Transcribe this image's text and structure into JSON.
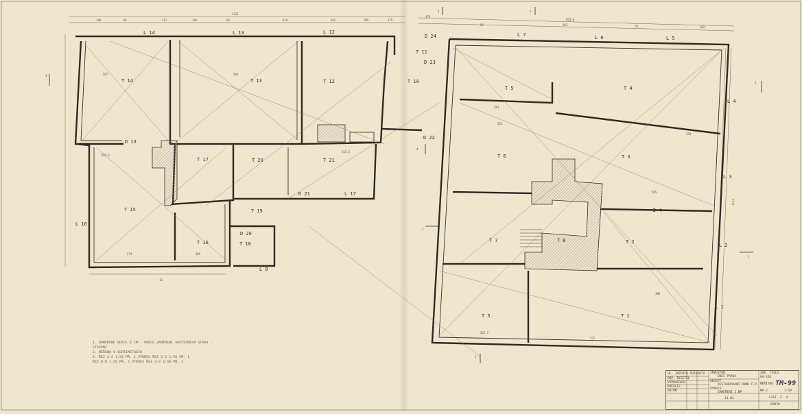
{
  "rooms": [
    "T 14",
    "T 13",
    "T 12",
    "T 11",
    "T 10",
    "T 5",
    "T 4",
    "T 3",
    "T 2",
    "T 1",
    "T 6",
    "T 7",
    "T 8",
    "T 5",
    "T 15",
    "T 16",
    "T 17",
    "T 18",
    "T 19",
    "T 20",
    "T 21"
  ],
  "doors": [
    "D 13",
    "D 20",
    "D 21",
    "D 22",
    "D 23",
    "D 24",
    "D 4"
  ],
  "windows": [
    "L 14",
    "L 13",
    "L 12",
    "L 7",
    "L 6",
    "L 5",
    "L 17",
    "L 8",
    "L 16",
    "L 4",
    "L 3",
    "L 2",
    "L 1"
  ],
  "top_dimensions": [
    "1117",
    "160",
    "95",
    "117",
    "185",
    "93",
    "419",
    "265",
    "185",
    "175",
    "470",
    "953.0",
    "99",
    "162",
    "79",
    "102"
  ],
  "dimensions": [
    "567",
    "548",
    "553",
    "522.5",
    "396",
    "537",
    "574",
    "585",
    "583",
    "274",
    "185",
    "652.5",
    "315.5",
    "11",
    "1114"
  ],
  "section_marks": [
    "3",
    "3",
    "4",
    "4",
    "1",
    "1",
    "2",
    "2"
  ],
  "notes": [
    "1.  ODMĚŘENÉ ÚDAJE V CM - PODLE ZAMĚŘENÍ SKUTEČNÉHO STAVU -",
    "     STROPNÍ",
    "2.  MĚŘENO V CENTIMETRECH",
    "3.  ŘEZ A-A  1:50  PŘ. 1   VÝKRES ŘEZ 2-2  1:50  PŘ. 1",
    "     ŘEZ B-B  1:50  PŘ. 2   VÝKRES ŘEZ 3-3  1:50  PŘ. 1"
  ],
  "title_block": {
    "rows": [
      "HL. INŽENÝR PROJEKTU",
      "ODP. ŘEŠITEL",
      "VYPRACOVAL",
      "KRESLIL",
      "DATUM"
    ],
    "investor_label": "INVESTOR:",
    "investor": "OBEC PRAHA",
    "object_label": "OBJEKT:",
    "object": "RESTAUROVÁNÍ DOMU Č.P.",
    "drawing_label": "VÝKRES:",
    "drawing": "ZAMĚŘENÍ 2.NP",
    "number_label": "ZAK. ČÍSLO",
    "number": "84-183",
    "stamp": "TM-99",
    "scale_label": "MĚŘÍTKO",
    "scale": "1:50",
    "sheet": "NP-2",
    "date": "11.84",
    "code": "LIST. Č. 4",
    "archive": "07070"
  },
  "colors": {
    "paper": "#efe6cf",
    "ink": "#3a352c",
    "hatch": "#b9b1a0"
  }
}
